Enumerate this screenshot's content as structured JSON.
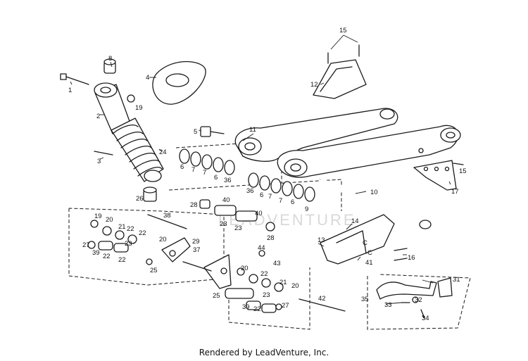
{
  "watermark": "LEADVENTURE",
  "footer": "Rendered by LeadVenture, Inc.",
  "callouts": {
    "c1": "1",
    "c2": "2",
    "c3": "3",
    "c4": "4",
    "c5": "5",
    "c6a": "6",
    "c6b": "6",
    "c6c": "6",
    "c6d": "6",
    "c7a": "7",
    "c7b": "7",
    "c7c": "7",
    "c7d": "7",
    "c8": "8",
    "c9": "9",
    "c10": "10",
    "c11": "11",
    "c12": "12",
    "c13": "13",
    "c14": "14",
    "c15a": "15",
    "c15b": "15",
    "c16": "16",
    "c17": "17",
    "c19a": "19",
    "c19b": "19",
    "c20a": "20",
    "c20b": "20",
    "c20c": "20",
    "c20d": "20",
    "c21a": "21",
    "c21b": "21",
    "c22a": "22",
    "c22b": "22",
    "c22c": "22",
    "c22d": "22",
    "c22e": "22",
    "c22f": "22",
    "c23a": "23",
    "c23b": "23",
    "c23c": "23",
    "c23d": "23",
    "c24": "24",
    "c25a": "25",
    "c25b": "25",
    "c26": "26",
    "c27a": "27",
    "c27b": "27",
    "c28a": "28",
    "c28b": "28",
    "c29": "29",
    "c31": "31",
    "c32": "32",
    "c33": "33",
    "c34": "34",
    "c35": "35",
    "c36a": "36",
    "c36b": "36",
    "c37": "37",
    "c38": "38",
    "c39a": "39",
    "c39b": "39",
    "c40a": "40",
    "c40b": "40",
    "c41": "41",
    "c42": "42",
    "c43": "43",
    "c44": "44"
  }
}
